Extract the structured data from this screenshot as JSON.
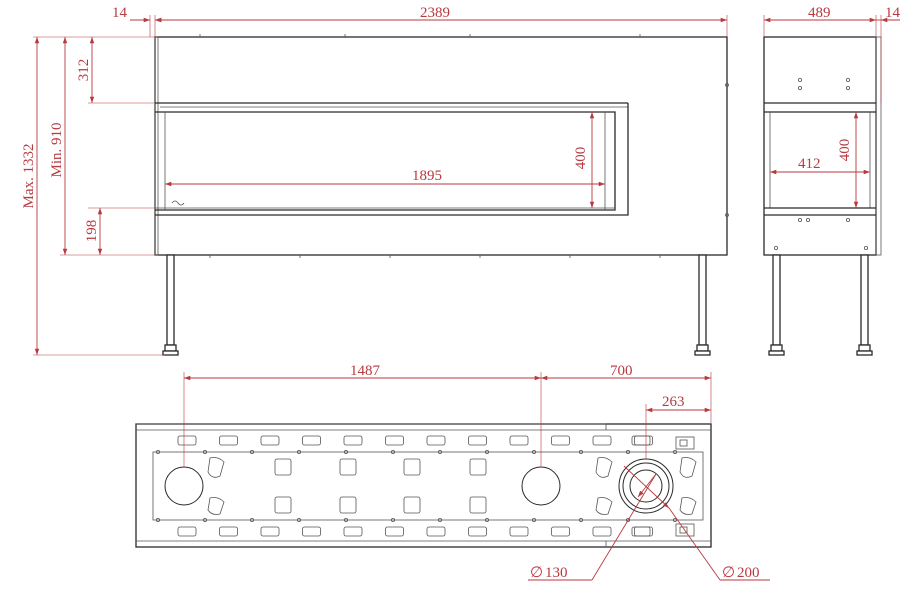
{
  "dimensions": {
    "top_offset": "14",
    "total_width": "2389",
    "side_depth": "489",
    "side_offset": "14",
    "top_band": "312",
    "max_height": "Max. 1332",
    "min_height": "Min. 910",
    "bottom_band": "198",
    "opening_width": "1895",
    "opening_height": "400",
    "side_opening_height": "400",
    "side_opening_width": "412",
    "flue_spacing": "1487",
    "flue_offset": "700",
    "flue_edge": "263",
    "flue_inner_diameter": "130",
    "flue_outer_diameter": "200"
  },
  "symbols": {
    "diameter": "∅"
  },
  "colors": {
    "dimension": "#b8393f",
    "outline": "#2a2a2a"
  }
}
